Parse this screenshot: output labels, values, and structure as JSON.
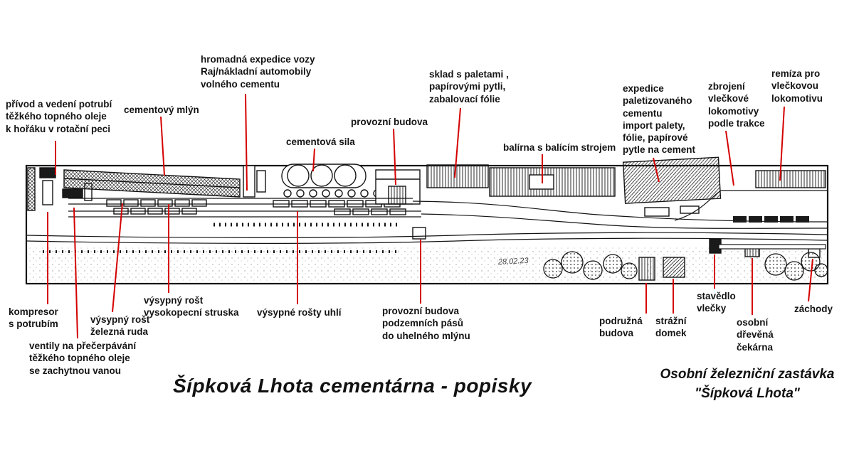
{
  "title": "Šípková Lhota cementárna - popisky",
  "subtitle": "Osobní železniční zastávka\n\"Šípková Lhota\"",
  "annotation_date": "28.02.23",
  "labels": {
    "oil_supply": "přívod a vedení potrubí\ntěžkého topného oleje\nk hořáku v rotační peci",
    "cement_mill": "cementový mlýn",
    "bulk_dispatch": "hromadná expedice vozy\nRaj/nákladní automobily\nvolného cementu",
    "cement_silos": "cementová sila",
    "operations_building": "provozní budova",
    "pallet_warehouse": "sklad s paletami ,\npapírovými pytli,\nzabalovací fólie",
    "packing_plant": "balírna s balícím strojem",
    "palletized_dispatch": "expedice\npaletizovaného\ncementu\nimport palety,\nfólie, papírové\npytle na cement",
    "loco_supply": "zbrojení\nvlečkové\nlokomotivy\npodle trakce",
    "loco_depot": "remíza pro\nvlečkovou\nlokomotivu",
    "compressor": "kompresor\ns potrubím",
    "chute_iron_ore": "výsypný rošt\nželezná ruda",
    "chute_slag": "výsypný rošt\nvysokopecní struska",
    "chutes_coal": "výsypné rošty uhlí",
    "underground_belts": "provozní budova\npodzemních pásů\ndo uhelného mlýnu",
    "oil_valves": "ventily na přečerpávání\ntěžkého topného oleje\nse zachytnou vanou",
    "auxiliary_building": "podružná\nbudova",
    "guard_house": "strážní\ndomek",
    "signal_box": "stavědlo\nvlečky",
    "wooden_shelter": "osobní\ndřevěná\nčekárna",
    "toilets": "záchody"
  },
  "colors": {
    "leader_line": "#d40000",
    "ink": "#141414"
  }
}
